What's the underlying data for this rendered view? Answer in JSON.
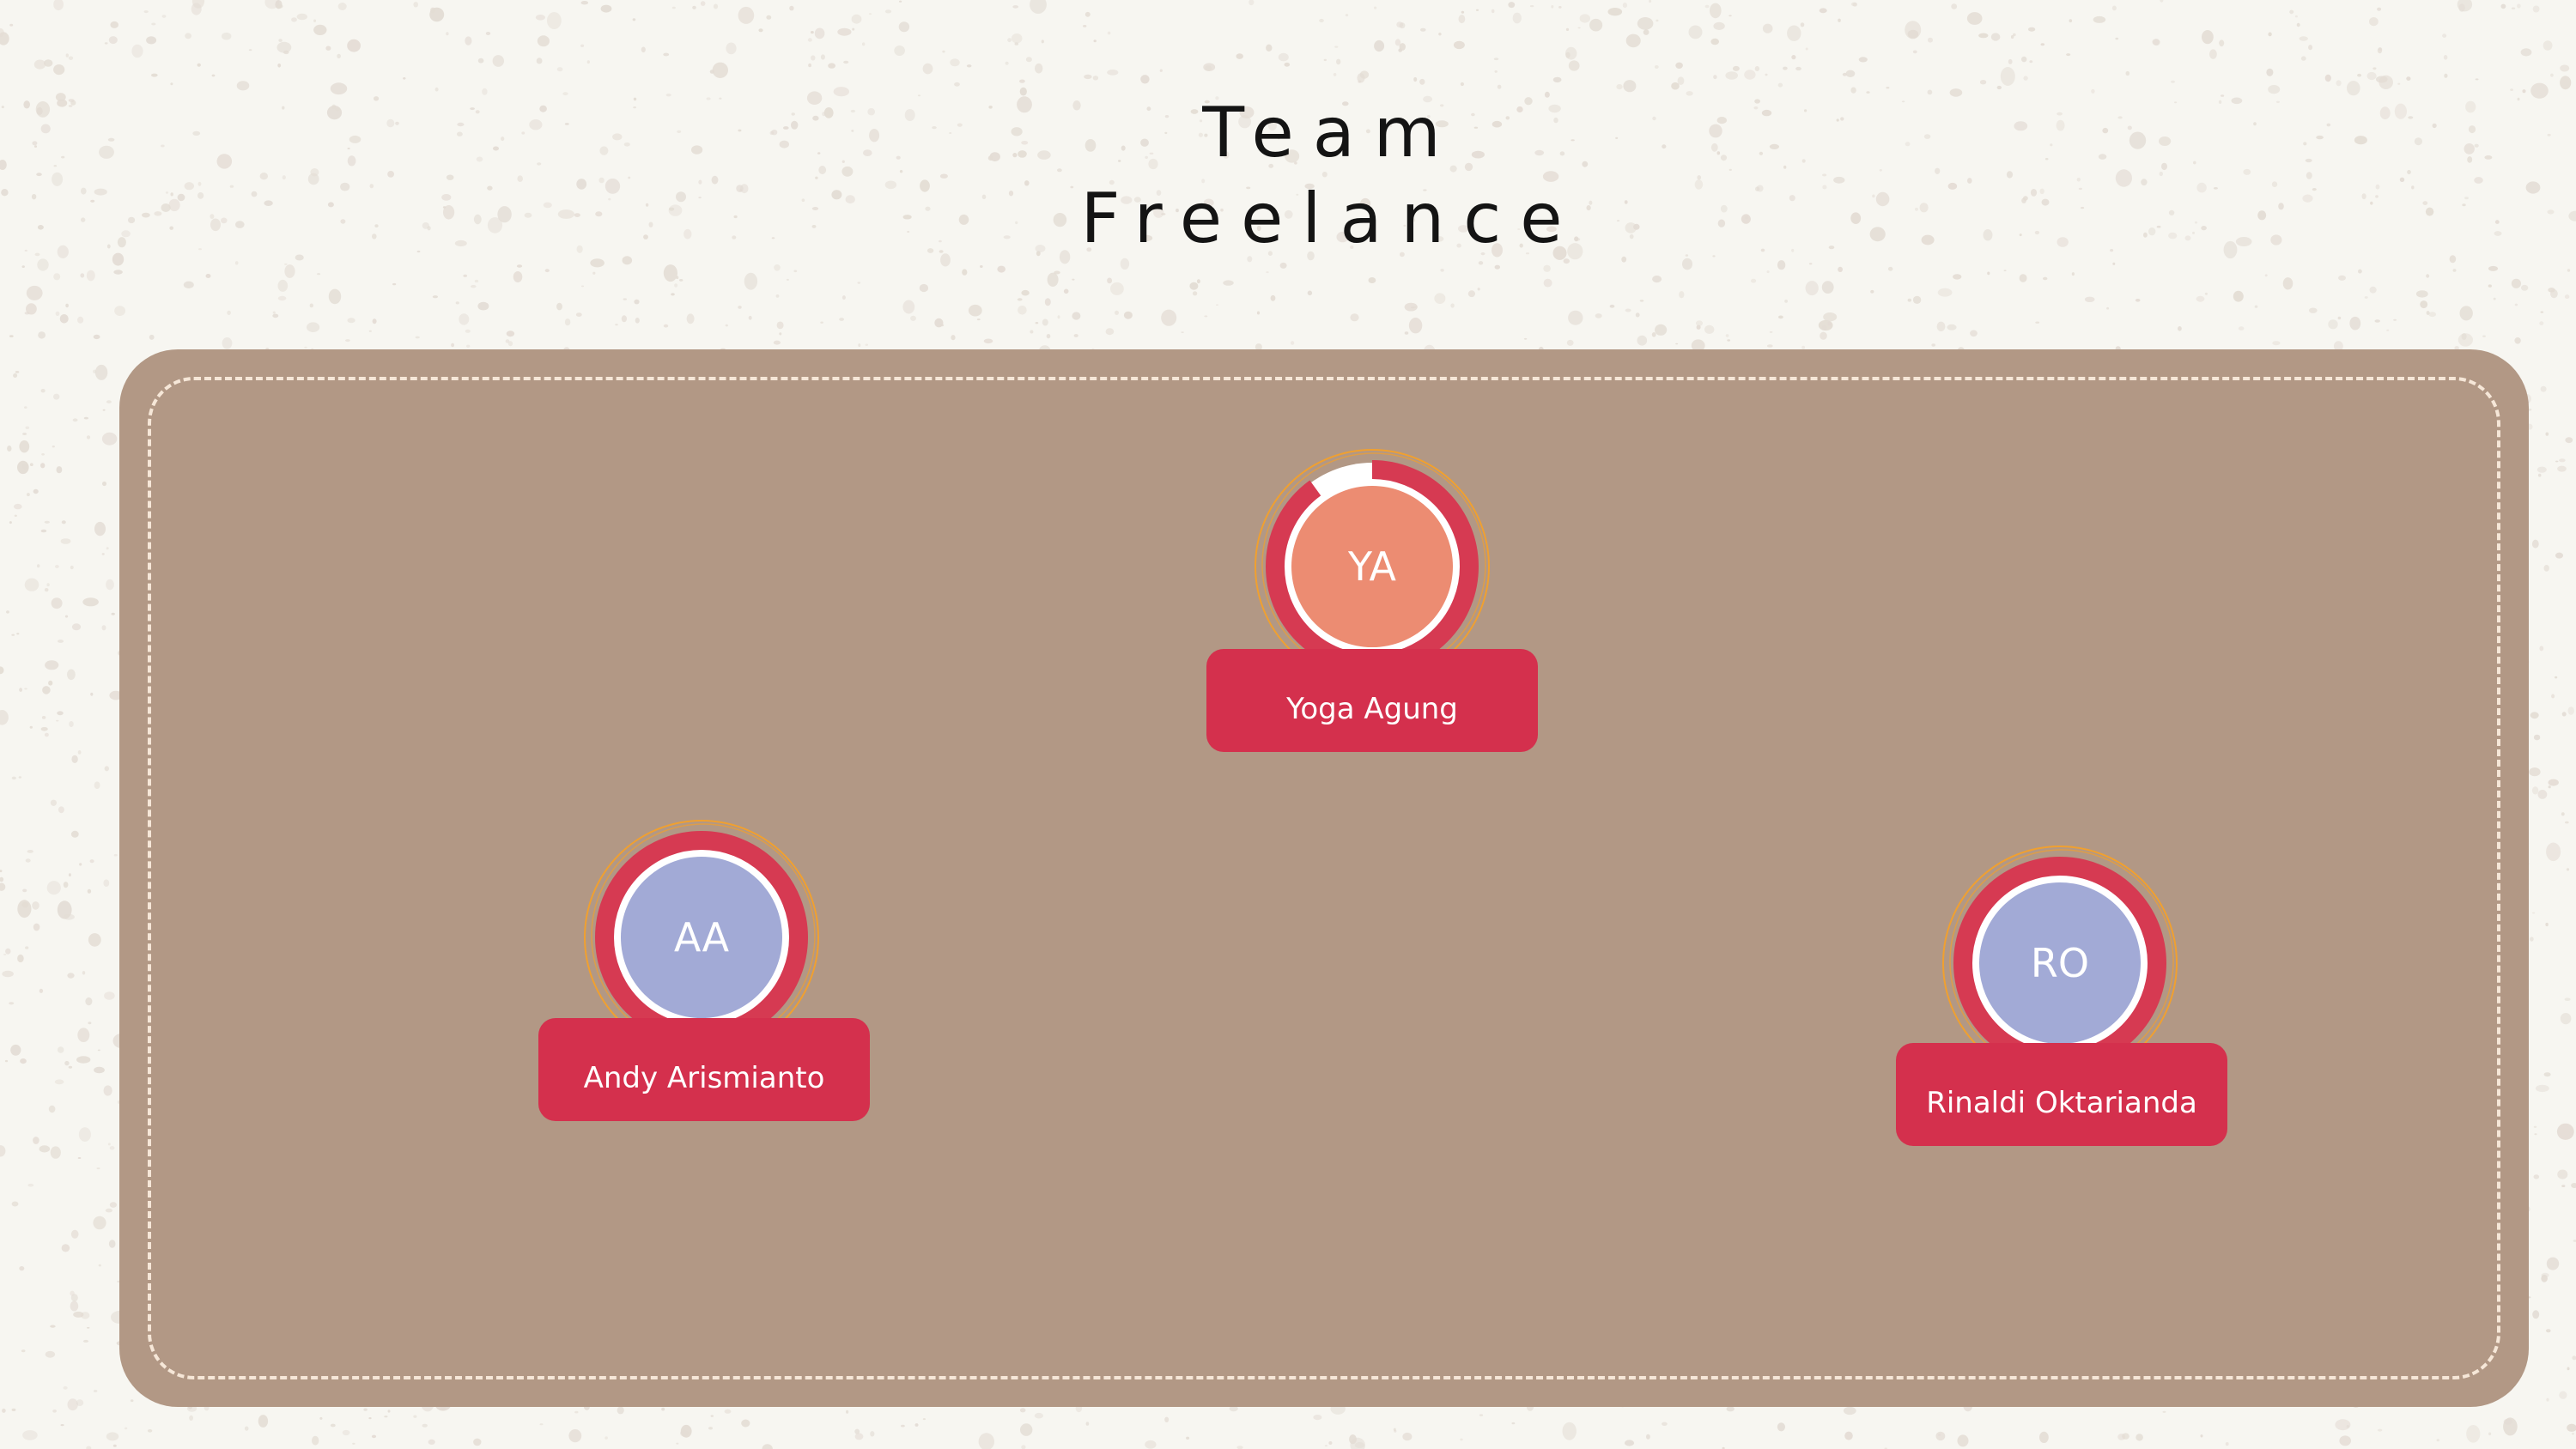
{
  "title": {
    "line1": "Team",
    "line2": "Freelance"
  },
  "colors": {
    "background": "#f7f6f1",
    "speckle": "#e3dcd4",
    "board": "#b29885",
    "board_dash": "#f6e7d8",
    "accent_red": "#d4304d",
    "ring_red": "#d63a52",
    "halo_orange": "#f0a030"
  },
  "members": [
    {
      "name": "Yoga Agung",
      "initials": "YA",
      "avatar_color": "#ec8c72",
      "progress": 0.9
    },
    {
      "name": "Andy Arismianto",
      "initials": "AA",
      "avatar_color": "#a2aad6",
      "progress": 1.0
    },
    {
      "name": "Rinaldi Oktarianda",
      "initials": "RO",
      "avatar_color": "#a2aad6",
      "progress": 1.0
    }
  ]
}
